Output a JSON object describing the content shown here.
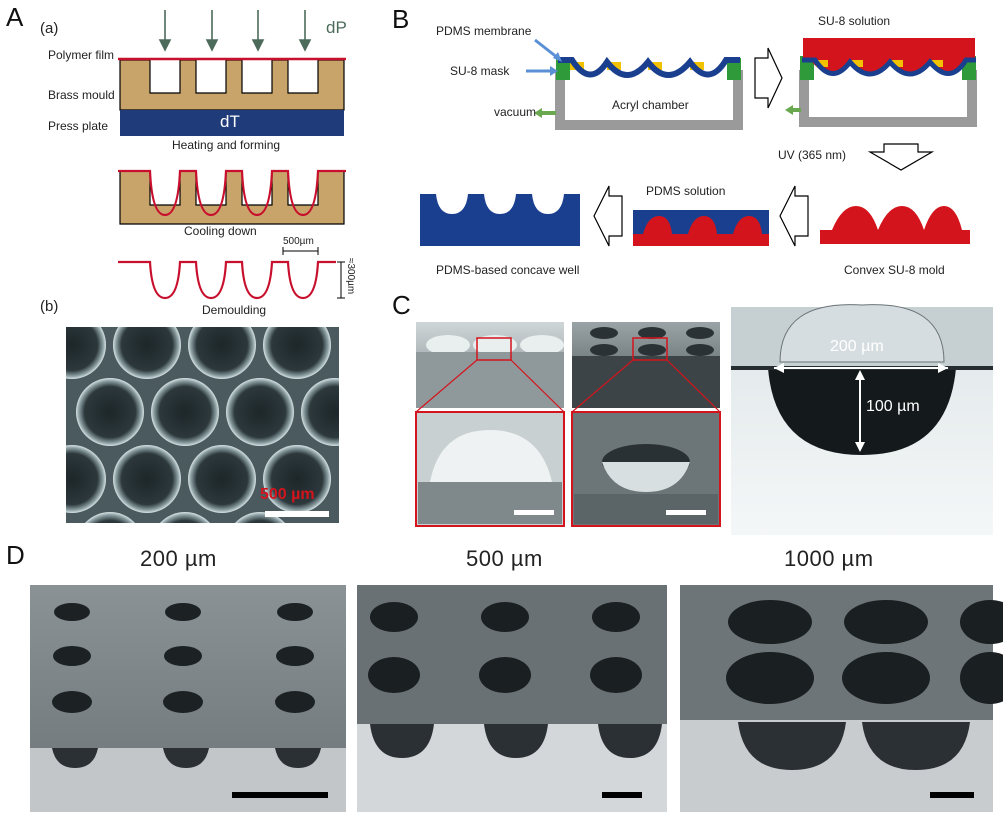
{
  "panels": {
    "A": {
      "letter": "A",
      "sub_a": "(a)",
      "sub_b": "(b)",
      "pressure": "dP",
      "heat": "dT",
      "polymer_film": "Polymer film",
      "brass_mould": "Brass mould",
      "press_plate": "Press plate",
      "step1": "Heating and forming",
      "step2": "Cooling down",
      "step3": "Demoulding",
      "dim_width": "500µm",
      "dim_height": "≈300µm",
      "scalebar": "500 µm"
    },
    "B": {
      "letter": "B",
      "pdms_membrane": "PDMS membrane",
      "su8_mask": "SU-8 mask",
      "vacuum": "vacuum",
      "acryl_chamber": "Acryl chamber",
      "su8_solution": "SU-8 solution",
      "uv": "UV (365 nm)",
      "pdms_solution": "PDMS solution",
      "concave_well": "PDMS-based concave well",
      "convex_mold": "Convex SU-8 mold"
    },
    "C": {
      "letter": "C",
      "width_label": "200 µm",
      "depth_label": "100 µm"
    },
    "D": {
      "letter": "D",
      "sizes": [
        "200 µm",
        "500 µm",
        "1000 µm"
      ]
    }
  },
  "colors": {
    "brass": "#c9a46a",
    "press": "#1f3b7a",
    "film": "#c8102e",
    "pdms_blue": "#1a3f8f",
    "su8_red": "#d4141c",
    "mask_yellow": "#f2c200",
    "green": "#2e9a3a",
    "arrow_green": "#6aa84f",
    "gray": "#9a9a9a"
  }
}
